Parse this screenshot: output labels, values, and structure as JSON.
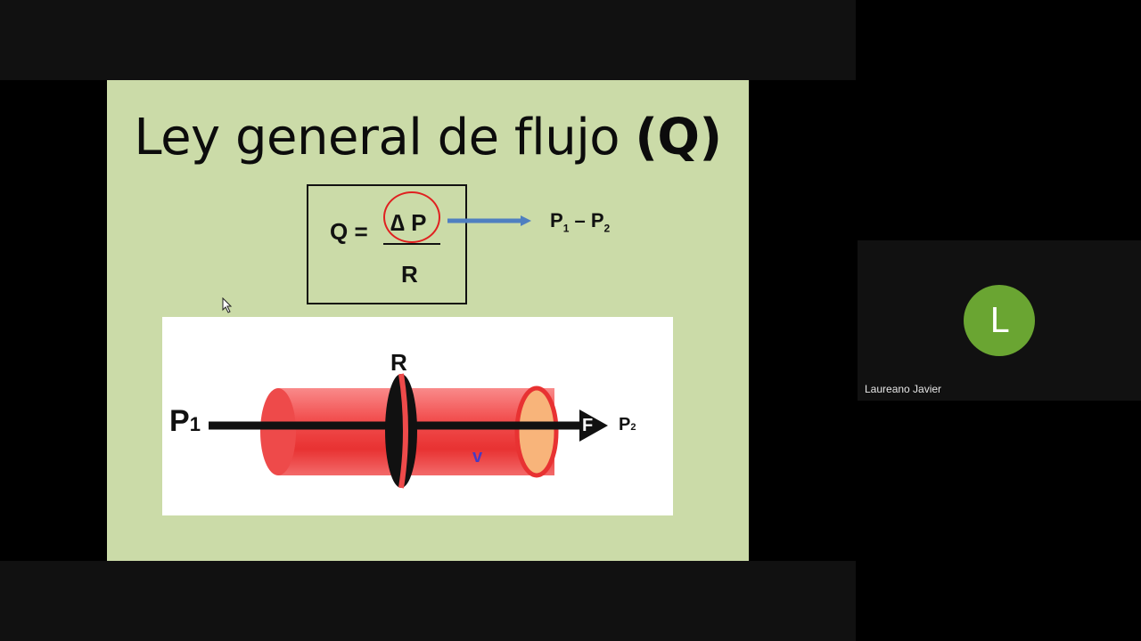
{
  "slide": {
    "title_prefix": "Ley general de flujo ",
    "title_bold": "(Q)",
    "formula": {
      "lhs": "Q =",
      "numerator": "∆ P",
      "denominator": "R"
    },
    "pressure_diff": {
      "p1": "P",
      "p1_sub": "1",
      "dash": " – ",
      "p2": "P",
      "p2_sub": "2"
    },
    "diagram": {
      "p1_label": "P",
      "p1_sub": "1",
      "r_label": "R",
      "v_label": "v",
      "f_label": "F",
      "p2_label": "P",
      "p2_sub": "2"
    }
  },
  "participant": {
    "avatar_letter": "L",
    "name": "Laureano Javier",
    "avatar_color": "#6aa532"
  },
  "colors": {
    "slide_bg": "#cbdba8",
    "tube": "#f04848",
    "circle": "#e02020",
    "arrow": "#4f7fc0"
  }
}
